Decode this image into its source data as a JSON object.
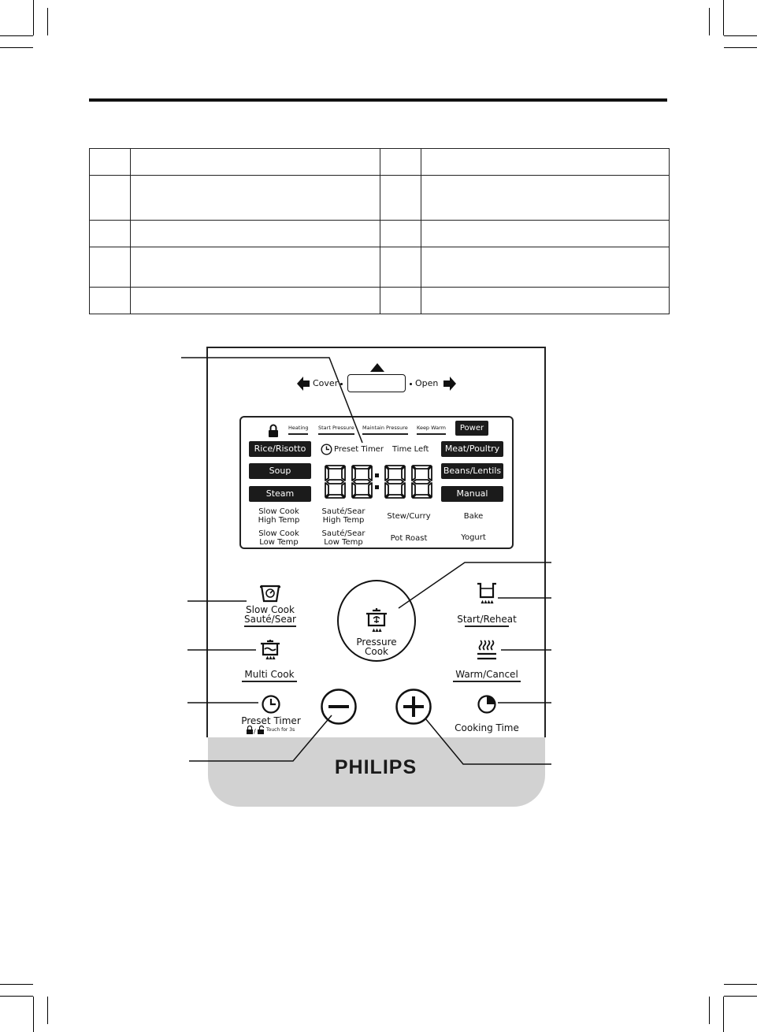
{
  "lid": {
    "cover_label": "Cover",
    "open_label": "Open"
  },
  "display": {
    "indicators": [
      "Heating",
      "Start Pressure",
      "Maintain Pressure",
      "Keep Warm"
    ],
    "power_label": "Power",
    "preset_timer_label": "Preset Timer",
    "time_left_label": "Time Left",
    "digits": "88:88",
    "left_programs": [
      "Rice/Risotto",
      "Soup",
      "Steam"
    ],
    "right_programs": [
      "Meat/Poultry",
      "Beans/Lentils",
      "Manual"
    ],
    "row1": [
      {
        "line1": "Slow Cook",
        "line2": "High Temp"
      },
      {
        "line1": "Sauté/Sear",
        "line2": "High Temp"
      },
      {
        "line1": "Stew/Curry",
        "line2": ""
      },
      {
        "line1": "Bake",
        "line2": ""
      }
    ],
    "row2": [
      {
        "line1": "Slow Cook",
        "line2": "Low Temp"
      },
      {
        "line1": "Sauté/Sear",
        "line2": "Low Temp"
      },
      {
        "line1": "Pot Roast",
        "line2": ""
      },
      {
        "line1": "Yogurt",
        "line2": ""
      }
    ]
  },
  "buttons": {
    "slow_cook_line1": "Slow Cook",
    "slow_cook_line2": "Sauté/Sear",
    "multi_cook": "Multi Cook",
    "preset_timer": "Preset Timer",
    "touch_hint": "Touch for 3s",
    "pressure_cook_line1": "Pressure",
    "pressure_cook_line2": "Cook",
    "start_reheat": "Start/Reheat",
    "warm_cancel": "Warm/Cancel",
    "cooking_time": "Cooking Time"
  },
  "brand": "PHILIPS"
}
